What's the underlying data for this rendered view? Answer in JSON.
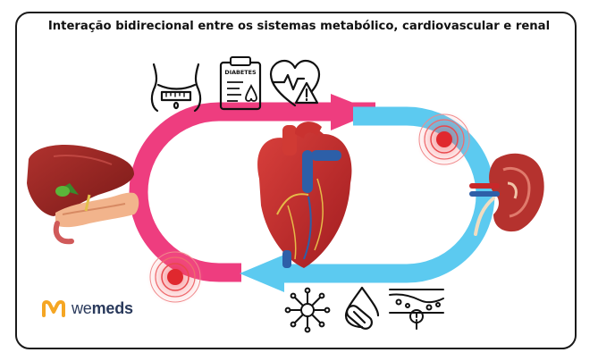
{
  "title": "Interação bidirecional entre os sistemas metabólico, cardiovascular e renal",
  "icons": {
    "diabetes_label": "DIABETES"
  },
  "brand": {
    "name_light": "we",
    "name_bold": "meds",
    "accent_color": "#f5a623"
  },
  "colors": {
    "arrow_pink": "#ee3d7f",
    "arrow_blue": "#5ccaf0",
    "pulse_red": "#e0282e",
    "heart_red": "#c8282a",
    "vessel_blue": "#2d5fa8"
  }
}
